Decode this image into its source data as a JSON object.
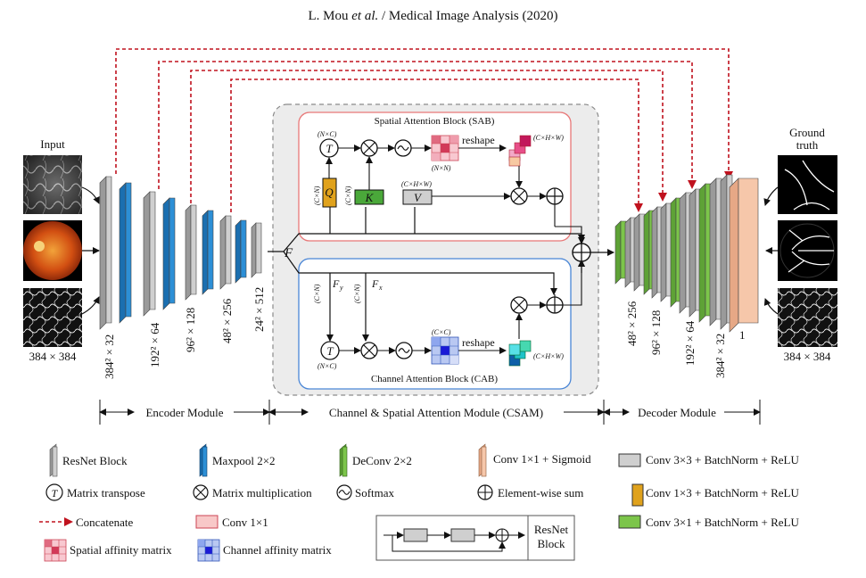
{
  "header": {
    "authors": "L. Mou",
    "etal": "et al.",
    "journal": "/ Medical Image Analysis (2020)"
  },
  "inputs": {
    "title": "Input",
    "size": "384 × 384"
  },
  "ground_truth": {
    "line1": "Ground",
    "line2": "truth",
    "size": "384 × 384"
  },
  "encoder": {
    "labels": [
      "384² × 32",
      "192² × 64",
      "96² × 128",
      "48² × 256",
      "24² × 512"
    ]
  },
  "decoder": {
    "labels": [
      "48² × 256",
      "96² × 128",
      "192² × 64",
      "384² × 32",
      "1"
    ]
  },
  "feature_label": "F",
  "sab": {
    "title": "Spatial Attention Block (SAB)",
    "T": "T",
    "Q": "Q",
    "K": "K",
    "V": "V",
    "nxc": "(N×C)",
    "cxn": "(C×N)",
    "cxn2": "(C×N)",
    "cxhxw": "(C×H×W)",
    "nxn": "(N×N)",
    "reshape": "reshape",
    "out_dims": "(C×H×W)"
  },
  "cab": {
    "title": "Channel  Attention Block (CAB)",
    "T": "T",
    "fy": "F",
    "fy_sub": "y",
    "fx": "F",
    "fx_sub": "x",
    "cxn": "(C×N)",
    "cxn2": "(C×N)",
    "nxc": "(N×C)",
    "cxc": "(C×C)",
    "reshape": "reshape",
    "out_dims": "(C×H×W)"
  },
  "modules": {
    "encoder": "Encoder Module",
    "csam": "Channel & Spatial Attention Module (CSAM)",
    "decoder": "Decoder Module"
  },
  "legend": {
    "resnet": "ResNet Block",
    "maxpool": "Maxpool 2×2",
    "deconv": "DeConv 2×2",
    "conv1_sigmoid": "Conv 1×1 + Sigmoid",
    "conv33": "Conv 3×3 + BatchNorm + ReLU",
    "transpose_sym": "T",
    "transpose": "Matrix transpose",
    "matmul": "Matrix multiplication",
    "softmax": "Softmax",
    "sum": "Element-wise sum",
    "conv13": "Conv 1×3 +  BatchNorm + ReLU",
    "concat": "Concatenate",
    "conv11": "Conv 1×1",
    "conv31": "Conv 3×1 + BatchNorm + ReLU",
    "spatial_aff": "Spatial affinity matrix",
    "channel_aff": "Channel affinity matrix",
    "resnet_box_1": "ResNet",
    "resnet_box_2": "Block"
  },
  "colors": {
    "gray_block": "#cfcfcf",
    "blue_block": "#2c8fd6",
    "green_block": "#7cc54a",
    "peach_block": "#f6c7aa",
    "q_conv": "#e0a21c",
    "k_conv": "#4aa83a",
    "concat_red": "#c0121e",
    "sab_border": "#e87878",
    "cab_border": "#4a86d6",
    "csam_bg": "#ececec"
  }
}
